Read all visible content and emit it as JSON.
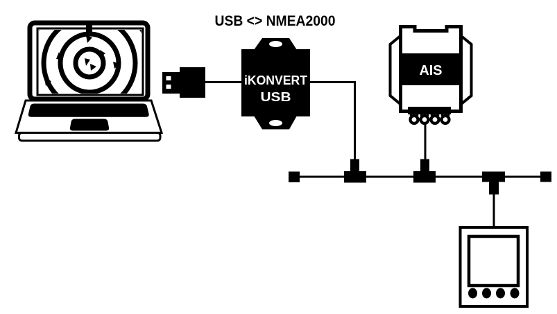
{
  "colors": {
    "foreground": "#000000",
    "background": "#ffffff"
  },
  "diagram": {
    "title": "USB <> NMEA2000",
    "converter": {
      "line1": "iKONVERT",
      "line2": "USB"
    },
    "ais": {
      "label": "AIS"
    },
    "components": [
      "laptop-with-radar-software",
      "usb-plug-and-cable",
      "ikonvert-usb-converter",
      "ais-transponder",
      "nmea2000-backbone",
      "instrument-display"
    ],
    "backbone": {
      "terminators": 2,
      "t_connectors": 3
    }
  }
}
